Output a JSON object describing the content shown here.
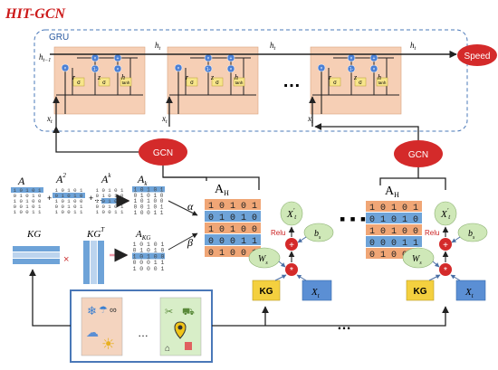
{
  "title": "HIT-GCN",
  "gru": {
    "label": "GRU",
    "h_prev": "h",
    "h_prev_sub": "t−1",
    "h_cur": "h",
    "h_cur_sub": "t",
    "x_label": "x",
    "x_sub": "t",
    "r_label": "r",
    "z_label": "z",
    "hh_label": "h",
    "sigma": "σ",
    "tanh": "tanh",
    "one_minus": "1-",
    "ellipsis": "…",
    "speed": "Speed"
  },
  "gcn_left": "GCN",
  "gcn_right": "GCN",
  "matrices": {
    "A": "A",
    "A2": "A",
    "A2_sup": "2",
    "Ak": "A",
    "Ak_sup": "k",
    "Ak_sub_label": "A",
    "Ak_sub": "k",
    "KG": "KG",
    "KGT": "KG",
    "KGT_sup": "T",
    "AKG": "A",
    "AKG_sub": "KG",
    "plus": "+",
    "times": "×",
    "alpha": "α",
    "beta": "β",
    "AH": "A",
    "AH_sub": "H",
    "ak_rows": [
      "1 0 1 0 1",
      "0 1 0 1 0",
      "1 0 1 0 0",
      "0 0 1 0 1",
      "1 0 0 1 1"
    ],
    "akg_rows": [
      "1 0 1 0 1",
      "0 1 0 1 0",
      "1 0 1 0 0",
      "0 0 0 1 1",
      "1 0 0 0 1"
    ],
    "ah_rows": [
      "1 0 1 0 1",
      "0 1 0 1 0",
      "1 0 1 0 0",
      "0 0 0 1 1",
      "0 1 0 0 1"
    ]
  },
  "fusion": {
    "xt": "X",
    "xt_sup": "'",
    "xt_sub": "t",
    "relu": "Relu",
    "bs": "b",
    "bs_sub": "s",
    "ws": "W",
    "ws_sub": "s",
    "kg_box": "KG",
    "xt_box": "X",
    "xt_box_sub": "t",
    "plus": "+",
    "star": "*"
  },
  "ellipsis_big": "▪ ▪ ▪",
  "bottom_ellipsis": "…",
  "colors": {
    "title_red": "#cc1a1a",
    "gcn_red": "#d42a2a",
    "gru_cell": "#f6cfb5",
    "orange_row": "#f0a676",
    "blue_row": "#6ea3d8",
    "green_ellipse": "#cfe8b8",
    "kg_yellow": "#f4d03f",
    "xt_blue": "#5b8fd4",
    "dash_blue": "#4a78b8"
  },
  "icons": [
    "snowflake-icon",
    "rain-cloud-icon",
    "sun-cloud-icon",
    "sun-icon",
    "infinity-icon",
    "restaurant-icon",
    "shopping-cart-icon",
    "location-pin-icon",
    "school-icon",
    "hospital-icon"
  ]
}
